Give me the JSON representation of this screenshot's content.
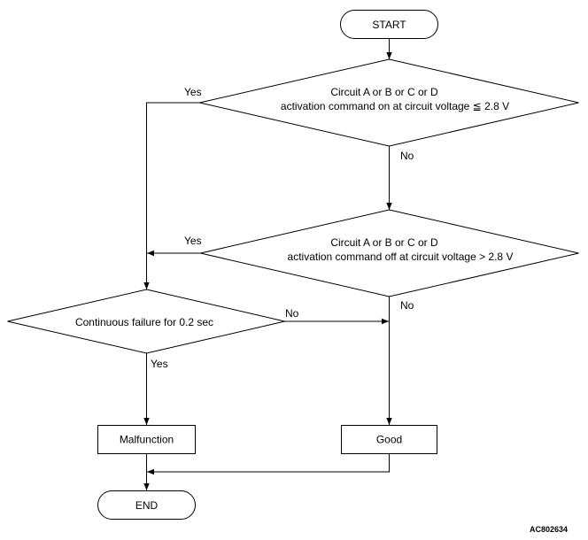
{
  "nodes": {
    "start": "START",
    "decision1": {
      "line1": "Circuit A or B or C or D",
      "line2": "activation command on at circuit voltage ≦ 2.8 V"
    },
    "decision2": {
      "line1": "Circuit A or B or C or D",
      "line2": "activation command off at circuit voltage > 2.8 V"
    },
    "decision3": "Continuous failure for 0.2 sec",
    "malfunction": "Malfunction",
    "good": "Good",
    "end": "END"
  },
  "edge_labels": {
    "d1_yes": "Yes",
    "d1_no": "No",
    "d2_yes": "Yes",
    "d2_no": "No",
    "d3_yes": "Yes",
    "d3_no": "No"
  },
  "figure_id": "AC802634",
  "colors": {
    "stroke": "#000000",
    "fill": "#ffffff",
    "text": "#000000"
  }
}
